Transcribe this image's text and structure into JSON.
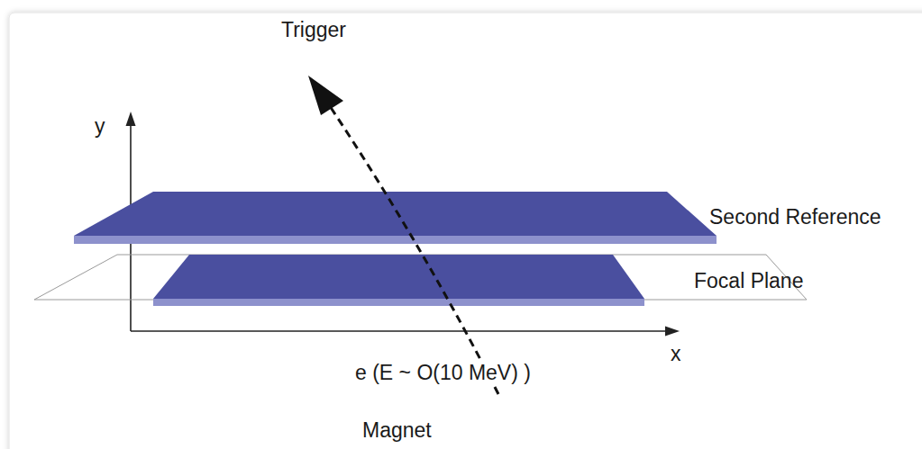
{
  "diagram": {
    "labels": [
      "Trigger",
      "y",
      "Second Reference",
      "Focal Plane",
      "e (E ~ O(10 MeV) )",
      "x",
      "Magnet"
    ]
  }
}
